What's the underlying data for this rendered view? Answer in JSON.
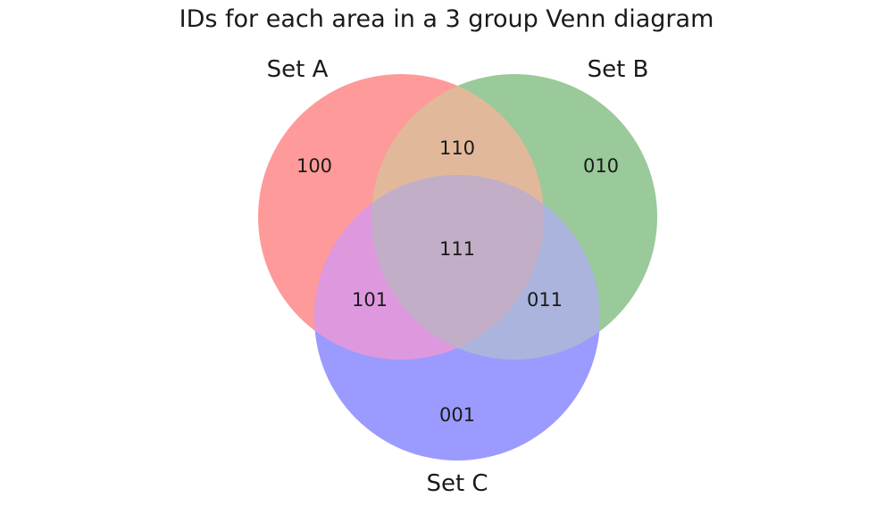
{
  "title": "IDs for each area in a 3 group Venn diagram",
  "sets": [
    {
      "id": "A",
      "label": "Set A",
      "color": "#ff0000"
    },
    {
      "id": "B",
      "label": "Set B",
      "color": "#008000"
    },
    {
      "id": "C",
      "label": "Set C",
      "color": "#0000ff"
    }
  ],
  "regions": {
    "r100": "100",
    "r010": "010",
    "r001": "001",
    "r110": "110",
    "r101": "101",
    "r011": "011",
    "r111": "111"
  }
}
